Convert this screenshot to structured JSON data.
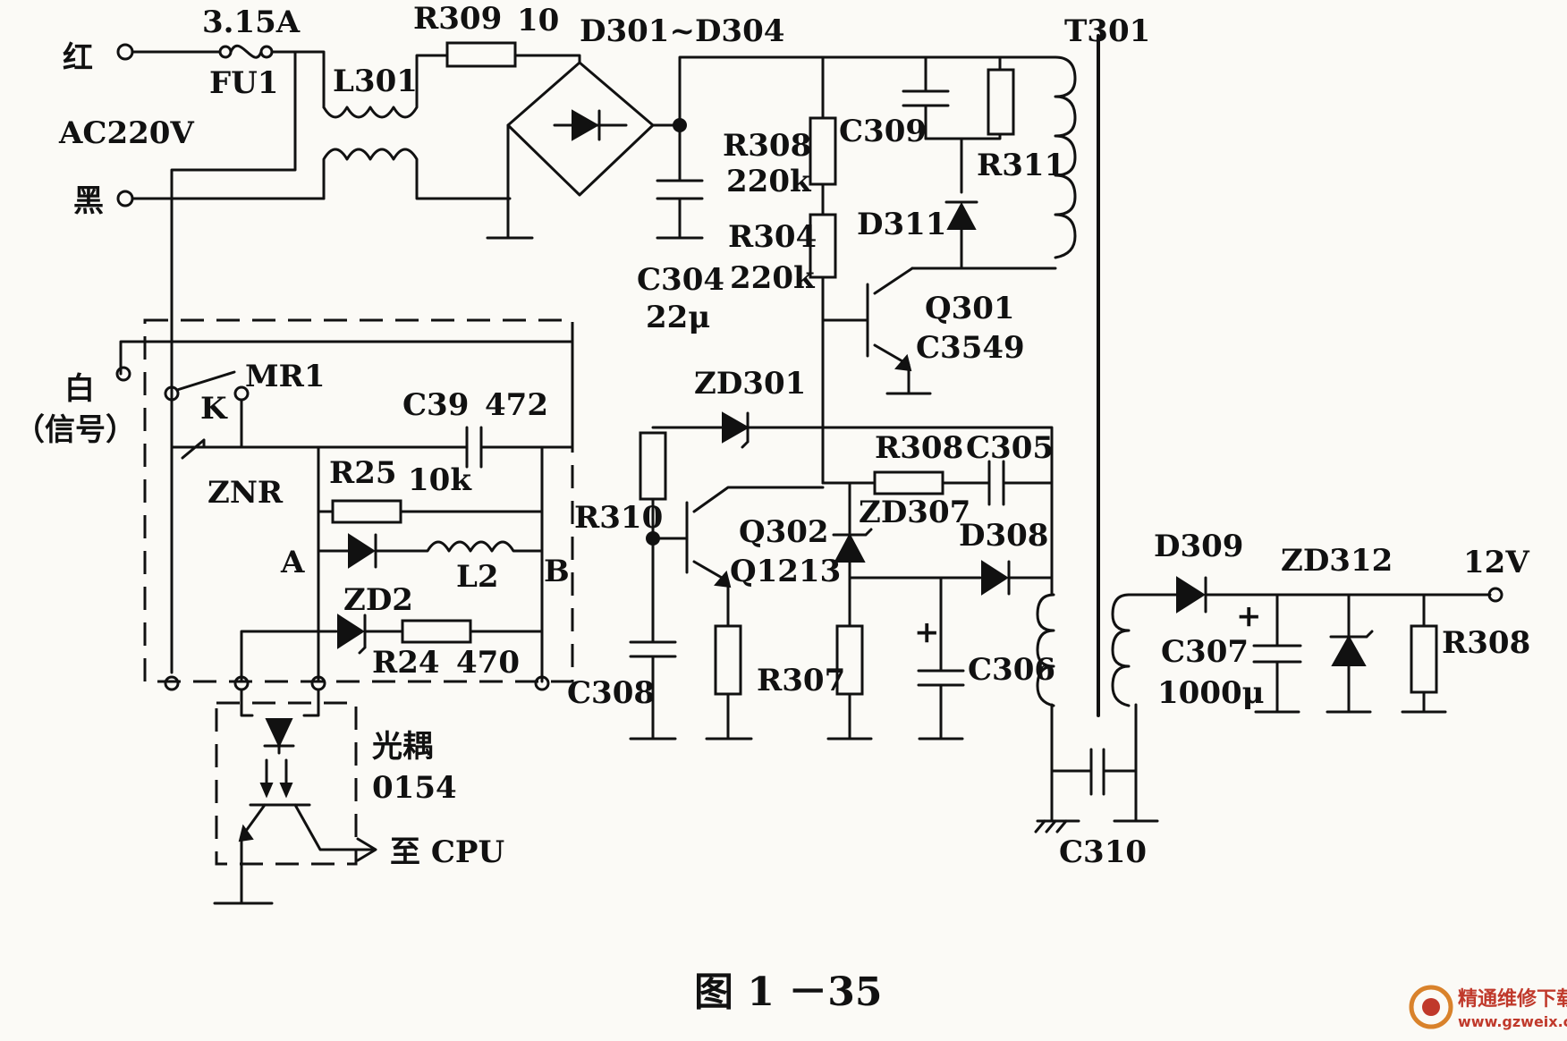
{
  "labels": {
    "red": "红",
    "fuse_rating": "3.15A",
    "fuse": "FU1",
    "r309": "R309",
    "r309_val": "10",
    "bridge": "D301~D304",
    "t301": "T301",
    "l301": "L301",
    "ac": "AC220V",
    "black": "黑",
    "r308a": "R308",
    "r308a_val": "220k",
    "c309": "C309",
    "r311": "R311",
    "d311": "D311",
    "r304": "R304",
    "r304_val": "220k",
    "c304": "C304",
    "c304_val": "22μ",
    "q301": "Q301",
    "q301_type": "C3549",
    "white": "白",
    "signal": "（信号）",
    "mr1": "MR1",
    "k": "K",
    "c39": "C39",
    "c39_val": "472",
    "znr": "ZNR",
    "r25": "R25",
    "r25_val": "10k",
    "a": "A",
    "l2": "L2",
    "b": "B",
    "zd2": "ZD2",
    "r24": "R24",
    "r24_val": "470",
    "zd301": "ZD301",
    "r308b": "R308",
    "c305": "C305",
    "r310": "R310",
    "q302": "Q302",
    "q302_type": "Q1213",
    "zd307": "ZD307",
    "d308": "D308",
    "c308": "C308",
    "r307": "R307",
    "c306": "C306",
    "d309": "D309",
    "zd312": "ZD312",
    "v12": "12V",
    "c307": "C307",
    "c307_val": "1000μ",
    "r308c": "R308",
    "c310": "C310",
    "optocoupler": "光耦",
    "opto_part": "0154",
    "to_cpu": "至 CPU",
    "plus": "+"
  },
  "caption": "图 1 －35",
  "watermark": {
    "text": "精通维修下载",
    "url": "www.gzweix.com",
    "color": "#c0392b"
  }
}
